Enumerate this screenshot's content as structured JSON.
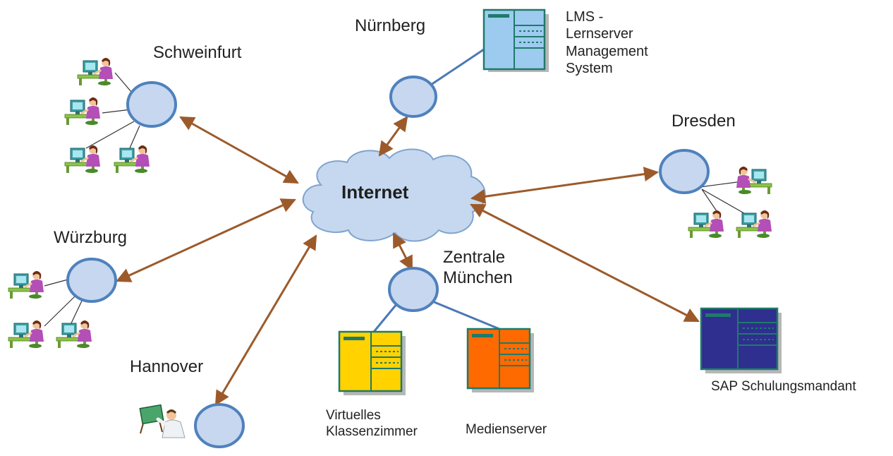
{
  "labels": {
    "internet": "Internet",
    "nuernberg": "Nürnberg",
    "lms": [
      "LMS -",
      "Lernserver",
      "Management",
      "System"
    ],
    "schweinfurt": "Schweinfurt",
    "dresden": "Dresden",
    "wuerzburg": "Würzburg",
    "zentrale": [
      "Zentrale",
      "München"
    ],
    "hannover": "Hannover",
    "virtuelles": [
      "Virtuelles",
      "Klassenzimmer"
    ],
    "medienserver": "Medienserver",
    "sap": "SAP Schulungsmandant"
  },
  "colors": {
    "node_fill": "#c6d7ef",
    "node_stroke": "#4f81bd",
    "arrow": "#9c5a2a",
    "cloud_fill": "#c5d8ef",
    "server_lms": "#9dcbf0",
    "server_virtuell": "#ffd200",
    "server_medien": "#ff6a00",
    "server_sap": "#2e2f8f",
    "server_border": "#1f7a6a"
  }
}
